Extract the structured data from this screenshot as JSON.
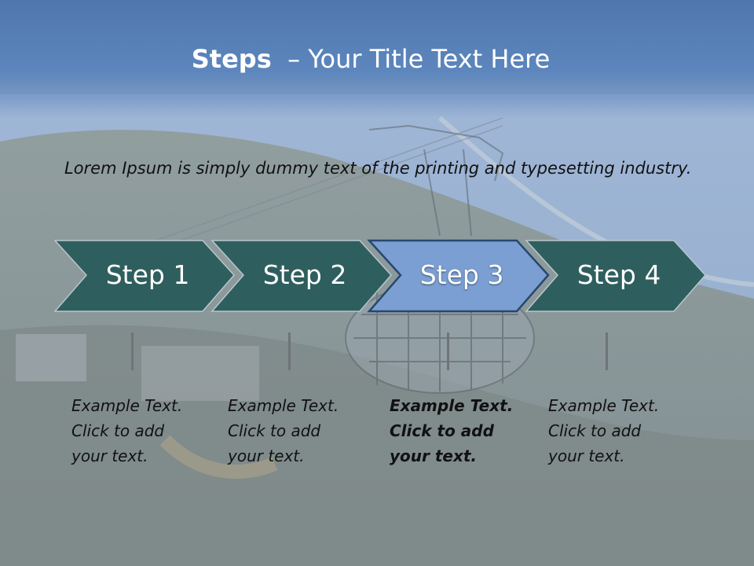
{
  "title": {
    "bold": "Steps",
    "rest": "– Your Title Text Here"
  },
  "lead_text": "Lorem Ipsum is simply dummy text of the printing and typesetting industry.",
  "steps": [
    {
      "label": "Step 1",
      "caption": [
        "Example Text.",
        "Click  to add",
        "your text."
      ],
      "active": false
    },
    {
      "label": "Step 2",
      "caption": [
        "Example Text.",
        "Click  to add",
        "your text."
      ],
      "active": false
    },
    {
      "label": "Step 3",
      "caption": [
        "Example Text.",
        "Click  to add",
        "your text."
      ],
      "active": true
    },
    {
      "label": "Step 4",
      "caption": [
        "Example Text.",
        "Click  to add",
        "your text."
      ],
      "active": false
    }
  ],
  "colors": {
    "step_fill": "#2f5e5e",
    "step_active_fill": "#7b9fd2",
    "title_band": "#5680b7"
  }
}
